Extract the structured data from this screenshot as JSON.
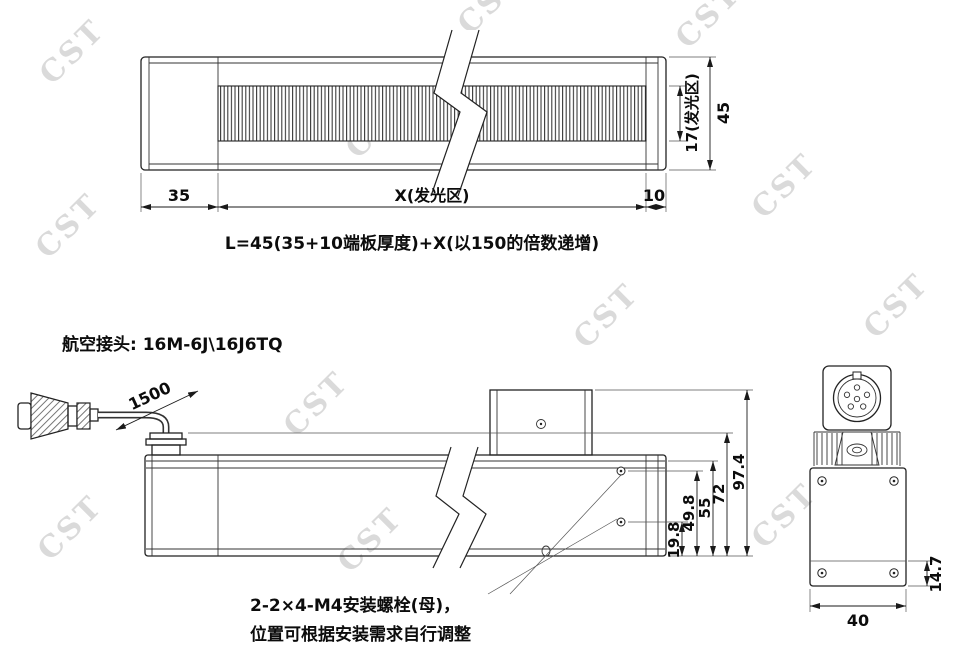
{
  "drawing": {
    "watermark": "CST",
    "top_view": {
      "dim_left_end": "35",
      "dim_emitting_length": "X(发光区)",
      "dim_right_end": "10",
      "dim_emitting_height": "17(发光区)",
      "dim_total_height": "45",
      "length_formula": "L=45(35+10端板厚度)+X(以150的倍数递增)"
    },
    "side_view": {
      "connector_label": "航空接头: 16M-6J\\16J6TQ",
      "cable_length": "1500",
      "dim_bolt_lower": "19.8",
      "dim_bolt_upper": "49.8",
      "dim_rail_top": "55",
      "dim_gland_top": "72",
      "dim_total_height": "97.4",
      "mounting_note_line1": "2-2×4-M4安装螺栓(母)，",
      "mounting_note_line2": "位置可根据安装需求自行调整"
    },
    "end_view": {
      "dim_width": "40",
      "dim_bottom_section": "14.7"
    }
  }
}
